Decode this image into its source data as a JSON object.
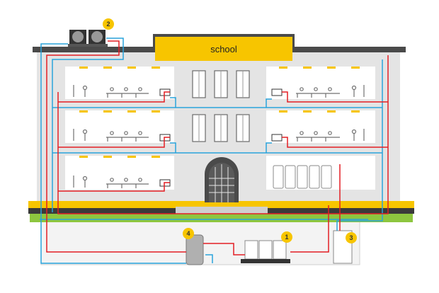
{
  "building": {
    "sign_label": "school"
  },
  "markers": [
    {
      "id": "1",
      "label": "1"
    },
    {
      "id": "2",
      "label": "2"
    },
    {
      "id": "3",
      "label": "3"
    },
    {
      "id": "4",
      "label": "4"
    }
  ],
  "colors": {
    "wall": "#e4e4e4",
    "room": "#ffffff",
    "accent": "#f7c500",
    "roof": "#4a4a4a",
    "ground": "#8dc63f",
    "pipe_hot": "#e31e24",
    "pipe_cold": "#29a3dc"
  }
}
